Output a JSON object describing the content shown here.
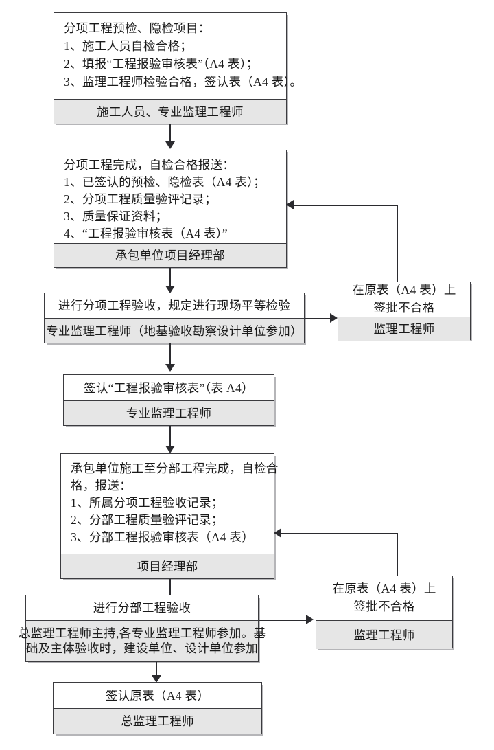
{
  "diagram": {
    "title": "分项/分部工程验收流程图",
    "colors": {
      "box_border": "#3b3b3f",
      "box_fill": "#ffffff",
      "footer_fill": "#e6e6e6",
      "connector": "#2b2b2f",
      "page_background": "#ffffff"
    }
  },
  "nodes": {
    "n1": {
      "body_lines": [
        "分项工程预检、隐检项目：",
        "1、施工人员自检合格；",
        "2、填报“工程报验审核表”（A4 表）；",
        "3、监理工程师检验合格，签认表（A4 表）。"
      ],
      "footer": "施工人员、专业监理工程师"
    },
    "n2": {
      "body_lines": [
        "分项工程完成，自检合格报送：",
        "1、已签认的预检、隐检表（A4 表）；",
        "2、分项工程质量验评记录；",
        "3、质量保证资料；",
        "4、“工程报验审核表（A4 表）”"
      ],
      "footer": "承包单位项目经理部"
    },
    "n3": {
      "body_lines": [
        "进行分项工程验收，规定进行现场平等检验"
      ],
      "footer": "专业监理工程师（地基验收勘察设计单位参加）"
    },
    "n4": {
      "body_lines": [
        "签认“工程报验审核表”（表 A4）"
      ],
      "footer": "专业监理工程师"
    },
    "n5": {
      "body_lines": [
        "承包单位施工至分部工程完成，自检合",
        "格，报送：",
        "1、所属分项工程验收记录；",
        "2、分部工程质量验评记录；",
        "3、分部工程报验审核表（A4 表）"
      ],
      "footer": "项目经理部"
    },
    "n6": {
      "body_lines": [
        "进行分部工程验收"
      ],
      "footer_lines": [
        "总监理工程师主持,各专业监理工程师参加。基",
        "础及主体验收时，建设单位、设计单位参加"
      ]
    },
    "n7": {
      "body_lines": [
        "签认原表（A4 表）"
      ],
      "footer": "总监理工程师"
    },
    "r1": {
      "body_lines": [
        "在原表（A4 表）上",
        "签批不合格"
      ],
      "footer": "监理工程师"
    },
    "r2": {
      "body_lines": [
        "在原表（A4 表）上",
        "签批不合格"
      ],
      "footer": "监理工程师"
    }
  }
}
